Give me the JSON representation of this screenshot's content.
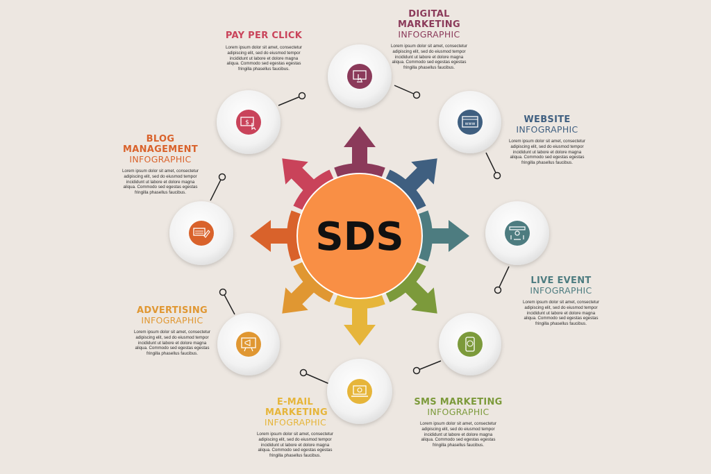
{
  "center": {
    "label": "SDS",
    "fill": "#f98f45"
  },
  "lorem": "Lorem ipsum dolor sit amet, consectetur adipiscing elit, sed do eiusmod tempor incididunt ut labore et dolore magna aliqua. Commodo sed egestas egestas fringilla phasellus faucibus.",
  "nodes": [
    {
      "id": "digital-marketing",
      "title": "DIGITAL MARKETING",
      "subtitle": "INFOGRAPHIC",
      "color": "#8b3a5a",
      "icon": "monitor-touch-icon"
    },
    {
      "id": "website",
      "title": "WEBSITE",
      "subtitle": "INFOGRAPHIC",
      "color": "#3f5f80",
      "icon": "www-browser-icon"
    },
    {
      "id": "live-event",
      "title": "LIVE EVENT",
      "subtitle": "INFOGRAPHIC",
      "color": "#4d7c80",
      "icon": "stage-event-icon"
    },
    {
      "id": "sms-marketing",
      "title": "SMS MARKETING",
      "subtitle": "INFOGRAPHIC",
      "color": "#7c9a3b",
      "icon": "phone-message-icon"
    },
    {
      "id": "email-marketing",
      "title": "E-MAIL MARKETING",
      "subtitle": "INFOGRAPHIC",
      "color": "#e6b53a",
      "icon": "email-laptop-icon"
    },
    {
      "id": "advertising",
      "title": "ADVERTISING",
      "subtitle": "INFOGRAPHIC",
      "color": "#e09732",
      "icon": "megaphone-board-icon"
    },
    {
      "id": "blog-management",
      "title": "BLOG MANAGEMENT",
      "subtitle": "INFOGRAPHIC",
      "color": "#d9622b",
      "icon": "blog-keyboard-icon"
    },
    {
      "id": "pay-per-click",
      "title": "PAY PER CLICK",
      "subtitle": "",
      "color": "#c9435a",
      "icon": "dollar-click-icon"
    }
  ]
}
